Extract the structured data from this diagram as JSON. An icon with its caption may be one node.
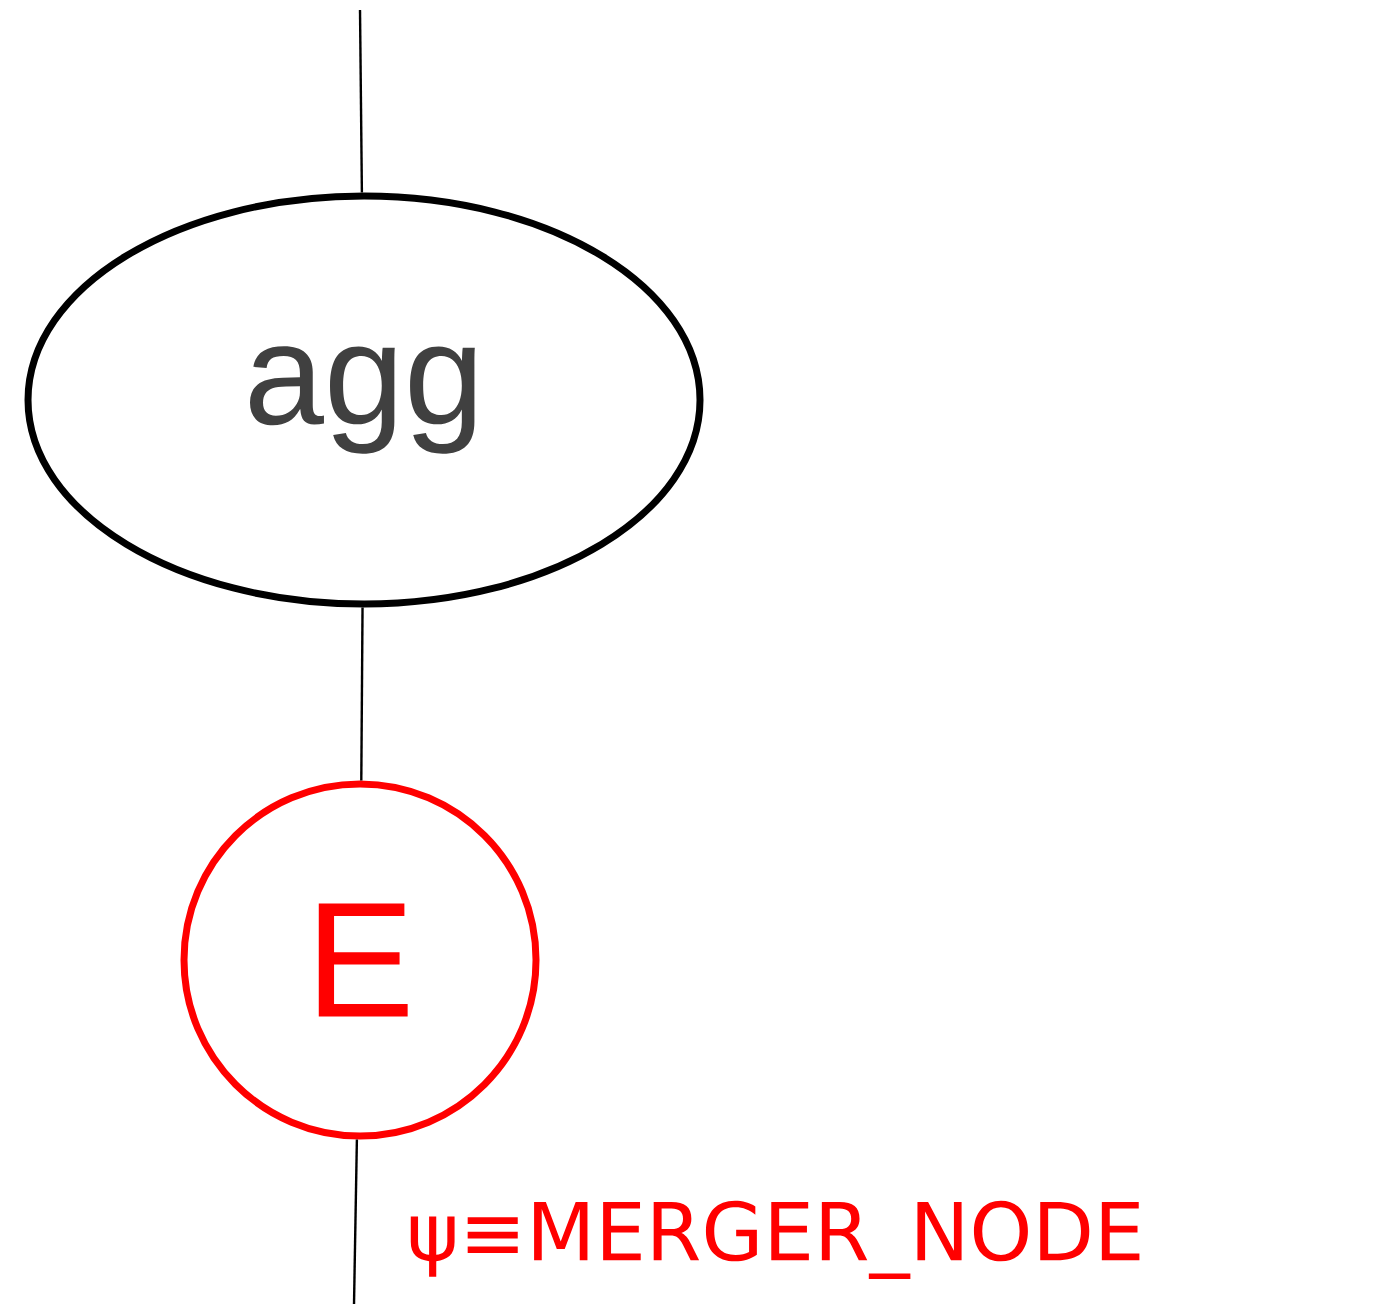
{
  "diagram": {
    "nodes": [
      {
        "text": [
          "agg"
        ]
      },
      {
        "text": [
          "E"
        ],
        "beside": [
          "ψ≡MERGER_NODE"
        ]
      }
    ],
    "edges": [
      {
        "from": null,
        "to": 0,
        "arrow": "none"
      },
      {
        "from": 0,
        "to": 1,
        "arrow": "none"
      },
      {
        "from": 1,
        "to": null,
        "arrow": "none"
      }
    ]
  }
}
